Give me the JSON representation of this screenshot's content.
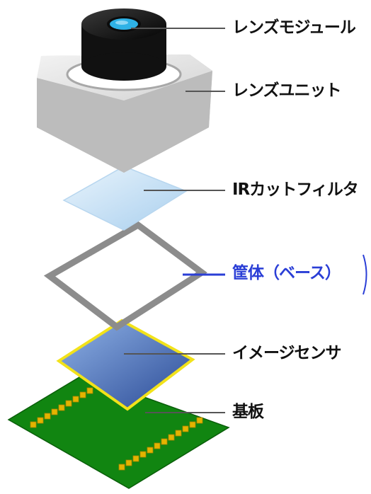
{
  "labels": {
    "lens_module": "レンズモジュール",
    "lens_unit": "レンズユニット",
    "ir_cut_filter": "IRカットフィルタ",
    "housing_base": "筐体（ベース）",
    "image_sensor": "イメージセンサ",
    "substrate": "基板"
  },
  "colors": {
    "leader_line": "#555555",
    "accent_label": "#2a3ed6",
    "lens_body": "#141414",
    "lens_glass": "#2fb2e6",
    "lens_unit_body": "#d6d6d6",
    "ir_filter": "#c5e0f4",
    "housing_frame": "#8a8a8a",
    "image_sensor": "#3f63a8",
    "sensor_border": "#f0e020",
    "substrate": "#1a8f1a",
    "pins": "#e0b400"
  }
}
